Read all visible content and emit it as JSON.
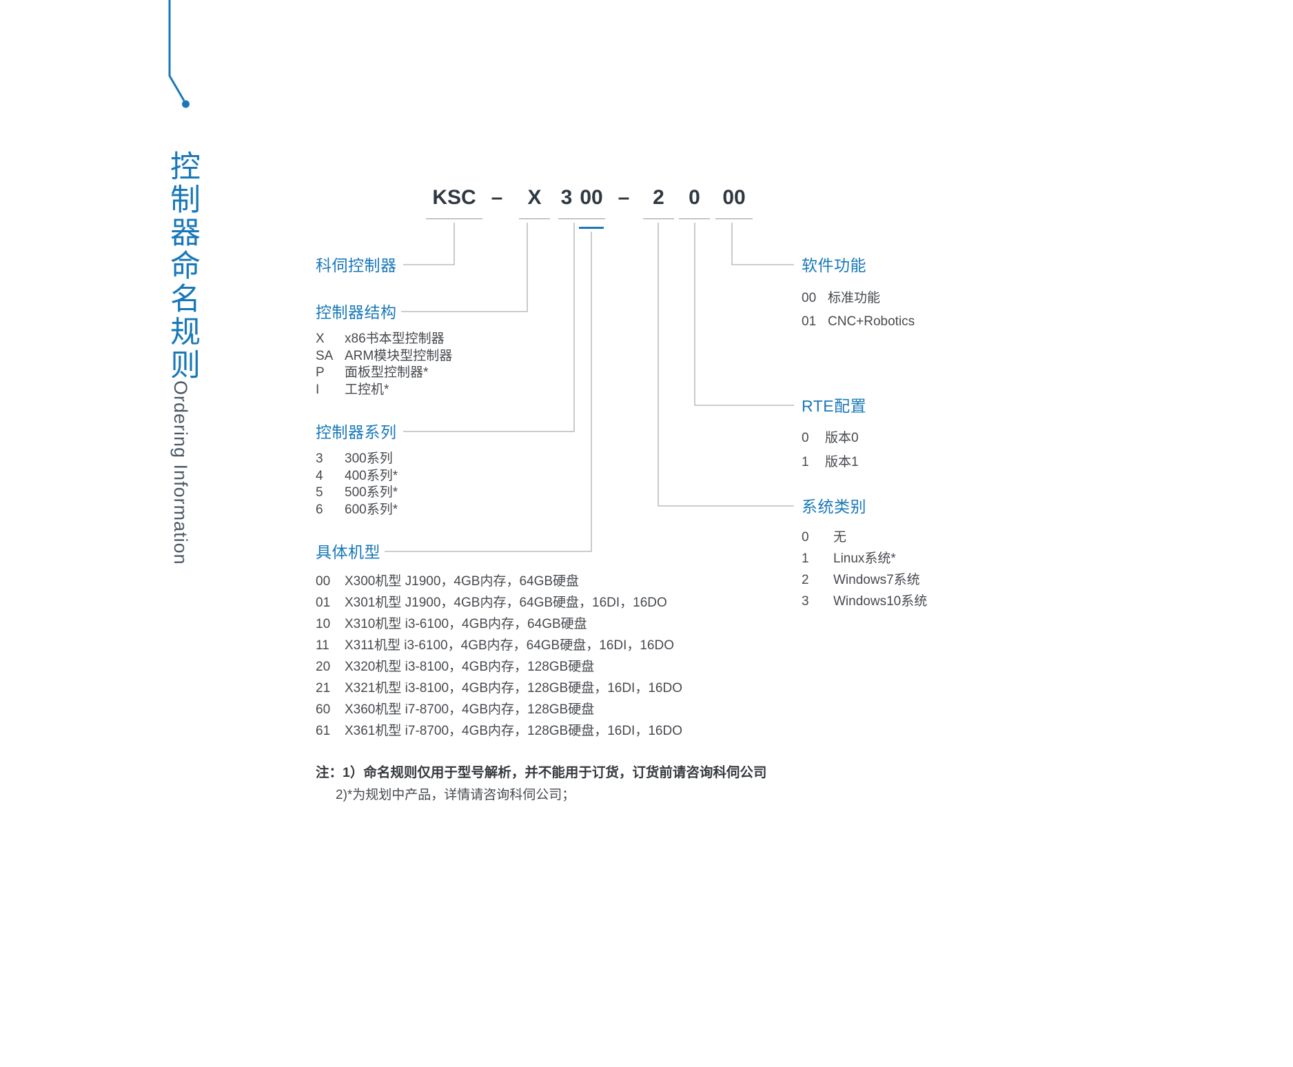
{
  "page": {
    "vertical_title": "控制器命名规则",
    "vertical_subtitle": "Ordering Information"
  },
  "model_code": {
    "prefix": "KSC",
    "dash1": "–",
    "structure": "X",
    "series": "3",
    "model": "00",
    "dash2": "–",
    "system": "2",
    "rte": "0",
    "software": "00"
  },
  "sections": {
    "servo": {
      "title": "科伺控制器"
    },
    "structure": {
      "title": "控制器结构",
      "items": [
        {
          "key": "X",
          "value": "x86书本型控制器"
        },
        {
          "key": "SA",
          "value": "ARM模块型控制器"
        },
        {
          "key": "P",
          "value": "面板型控制器*"
        },
        {
          "key": "I",
          "value": "工控机*"
        }
      ]
    },
    "series": {
      "title": "控制器系列",
      "items": [
        {
          "key": "3",
          "value": "300系列"
        },
        {
          "key": "4",
          "value": "400系列*"
        },
        {
          "key": "5",
          "value": "500系列*"
        },
        {
          "key": "6",
          "value": "600系列*"
        }
      ]
    },
    "model": {
      "title": "具体机型",
      "items": [
        {
          "key": "00",
          "value": "X300机型 J1900，4GB内存，64GB硬盘"
        },
        {
          "key": "01",
          "value": "X301机型 J1900，4GB内存，64GB硬盘，16DI，16DO"
        },
        {
          "key": "10",
          "value": "X310机型 i3-6100，4GB内存，64GB硬盘"
        },
        {
          "key": "11",
          "value": "X311机型 i3-6100，4GB内存，64GB硬盘，16DI，16DO"
        },
        {
          "key": "20",
          "value": "X320机型 i3-8100，4GB内存，128GB硬盘"
        },
        {
          "key": "21",
          "value": "X321机型 i3-8100，4GB内存，128GB硬盘，16DI，16DO"
        },
        {
          "key": "60",
          "value": "X360机型 i7-8700，4GB内存，128GB硬盘"
        },
        {
          "key": "61",
          "value": "X361机型 i7-8700，4GB内存，128GB硬盘，16DI，16DO"
        }
      ]
    },
    "software": {
      "title": "软件功能",
      "items": [
        {
          "key": "00",
          "value": "标准功能"
        },
        {
          "key": "01",
          "value": "CNC+Robotics"
        }
      ]
    },
    "rte": {
      "title": "RTE配置",
      "items": [
        {
          "key": "0",
          "value": "版本0"
        },
        {
          "key": "1",
          "value": "版本1"
        }
      ]
    },
    "system": {
      "title": "系统类别",
      "items": [
        {
          "key": "0",
          "value": "无"
        },
        {
          "key": "1",
          "value": "Linux系统*"
        },
        {
          "key": "2",
          "value": "Windows7系统"
        },
        {
          "key": "3",
          "value": "Windows10系统"
        }
      ]
    }
  },
  "notes": {
    "line1": "注：1）命名规则仅用于型号解析，并不能用于订货，订货前请咨询科伺公司",
    "line2": "2)*为规划中产品，详情请咨询科伺公司；"
  },
  "colors": {
    "accent": "#1878b8",
    "code_text": "#2e3842",
    "body_text": "#46494e",
    "connector": "#a9aeb4"
  }
}
